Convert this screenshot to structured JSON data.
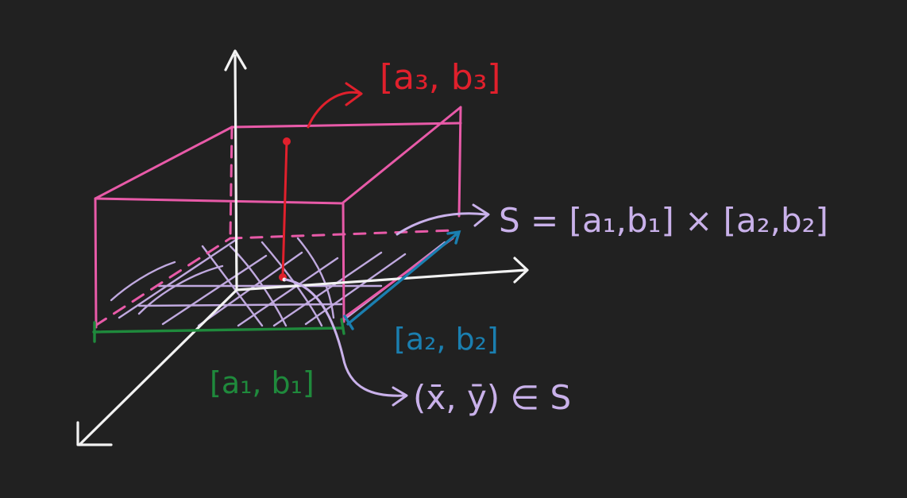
{
  "colors": {
    "background": "#212121",
    "axes": "#f2f2f2",
    "box": "#e85aa8",
    "base_region": "#c9b1ea",
    "interval_a1b1": "#1f8a3c",
    "interval_a2b2": "#1a7fb0",
    "interval_a3b3": "#e0202c",
    "point": "#e0202c"
  },
  "labels": {
    "a3b3": "[a₃, b₃]",
    "S": "S = [a₁,b₁] × [a₂,b₂]",
    "a2b2": "[a₂, b₂]",
    "a1b1": "[a₁, b₁]",
    "point": "(x̄, ȳ) ∈ S"
  }
}
